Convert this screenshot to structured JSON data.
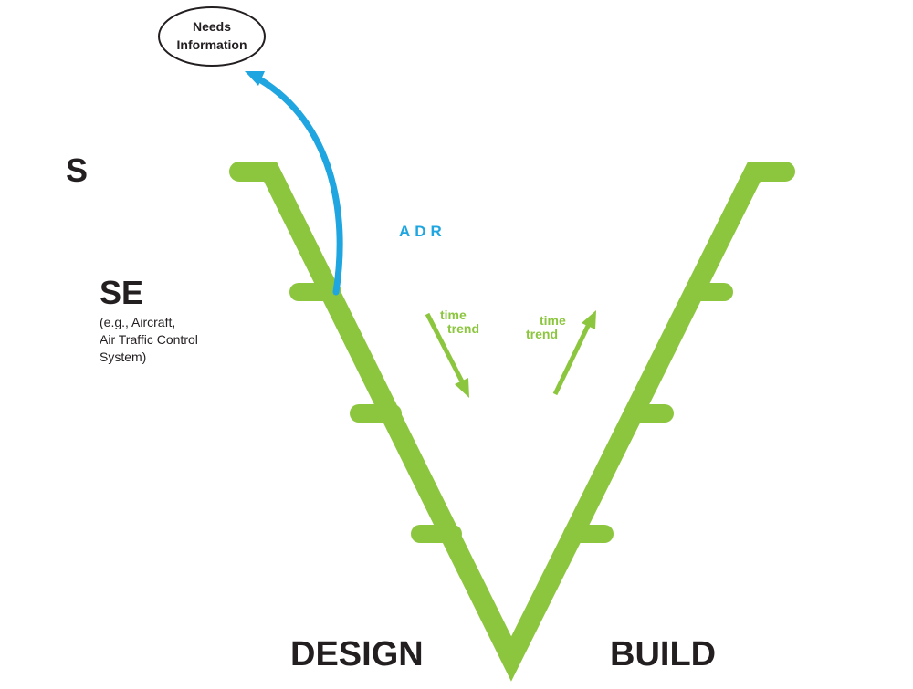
{
  "labels": {
    "s": "S",
    "se": "SE",
    "se_examples": [
      "(e.g., Aircraft,",
      "Air Traffic Control",
      "System)"
    ],
    "design": "DESIGN",
    "build": "BUILD",
    "needs_information": [
      "Needs",
      "Information"
    ],
    "adr": "ADR",
    "time_trend_left": [
      "time",
      "trend"
    ],
    "time_trend_right": [
      "time",
      "trend"
    ]
  },
  "colors": {
    "v_green": "#8cc63f",
    "adr_blue": "#1fa5e0",
    "text": "#231f20"
  }
}
